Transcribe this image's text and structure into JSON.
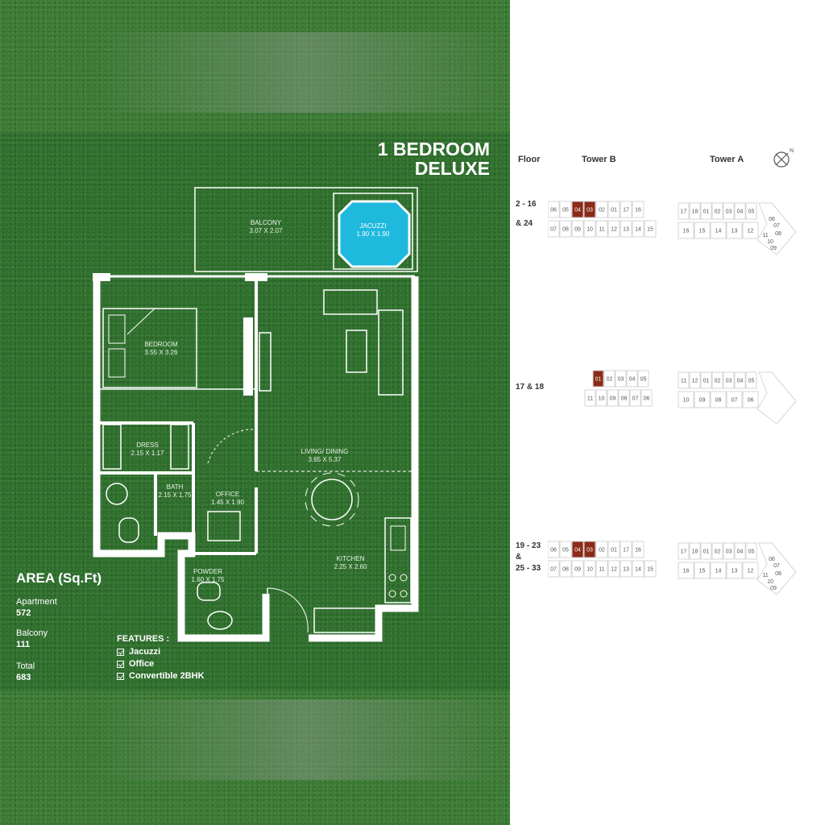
{
  "title": {
    "line1": "1 BEDROOM",
    "line2": "DELUXE"
  },
  "rooms": {
    "balcony": {
      "name": "BALCONY",
      "size": "3.07 X 2.07"
    },
    "jacuzzi": {
      "name": "JACUZZI",
      "size": "1.90 X 1.90"
    },
    "bedroom": {
      "name": "BEDROOM",
      "size": "3.55 X 3.26"
    },
    "dress": {
      "name": "DRESS",
      "size": "2.15 X 1.17"
    },
    "bath": {
      "name": "BATH",
      "size": "2.15 X 1.75"
    },
    "office": {
      "name": "OFFICE",
      "size": "1.45 X 1.90"
    },
    "living": {
      "name": "LIVING/ DINING",
      "size": "3.65 X 5.37"
    },
    "kitchen": {
      "name": "KITCHEN",
      "size": "2.25 X 2.60"
    },
    "powder": {
      "name": "POWDER",
      "size": "1.60 X 1.75"
    }
  },
  "area": {
    "title": "AREA (Sq.Ft)",
    "apartment_label": "Apartment",
    "apartment_value": "572",
    "balcony_label": "Balcony",
    "balcony_value": "111",
    "total_label": "Total",
    "total_value": "683"
  },
  "features": {
    "title": "FEATURES :",
    "items": [
      "Jacuzzi",
      "Office",
      "Convertible 2BHK"
    ]
  },
  "key_plan": {
    "headers": {
      "floor": "Floor",
      "tower_b": "Tower B",
      "tower_a": "Tower A"
    },
    "compass_icon": "compass-north-icon",
    "highlight_color": "#8b2a17",
    "groups": [
      {
        "floor_line1": "2 - 16",
        "floor_line2": "& 24",
        "floor_line3": "",
        "tower_b_highlighted": [
          "04",
          "03"
        ],
        "tower_b_top": [
          "06",
          "05",
          "04",
          "03",
          "02",
          "01",
          "17",
          "16"
        ],
        "tower_b_bottom": [
          "07",
          "08",
          "09",
          "10",
          "11",
          "12",
          "13",
          "14",
          "15"
        ],
        "tower_a_top": [
          "17",
          "18",
          "01",
          "02",
          "03",
          "04",
          "05"
        ],
        "tower_a_bottom": [
          "16",
          "15",
          "14",
          "13",
          "12"
        ],
        "tower_a_wing": [
          "06",
          "07",
          "08",
          "11",
          "10",
          "09"
        ]
      },
      {
        "floor_line1": "17 & 18",
        "floor_line2": "",
        "floor_line3": "",
        "tower_b_highlighted": [
          "01"
        ],
        "tower_b_top": [
          "01",
          "02",
          "03",
          "04",
          "05"
        ],
        "tower_b_bottom": [
          "11",
          "10",
          "09",
          "08",
          "07",
          "06"
        ],
        "tower_a_top": [
          "11",
          "12",
          "01",
          "02",
          "03",
          "04",
          "05"
        ],
        "tower_a_bottom": [
          "10",
          "09",
          "08",
          "07",
          "06"
        ],
        "tower_a_wing": []
      },
      {
        "floor_line1": "19 - 23",
        "floor_line2": "&",
        "floor_line3": "25 - 33",
        "tower_b_highlighted": [
          "04",
          "03"
        ],
        "tower_b_top": [
          "06",
          "05",
          "04",
          "03",
          "02",
          "01",
          "17",
          "16"
        ],
        "tower_b_bottom": [
          "07",
          "08",
          "09",
          "10",
          "11",
          "12",
          "13",
          "14",
          "15"
        ],
        "tower_a_top": [
          "17",
          "18",
          "01",
          "02",
          "03",
          "04",
          "05"
        ],
        "tower_a_bottom": [
          "16",
          "15",
          "14",
          "13",
          "12"
        ],
        "tower_a_wing": [
          "06",
          "07",
          "08",
          "11",
          "10",
          "09"
        ]
      }
    ]
  }
}
